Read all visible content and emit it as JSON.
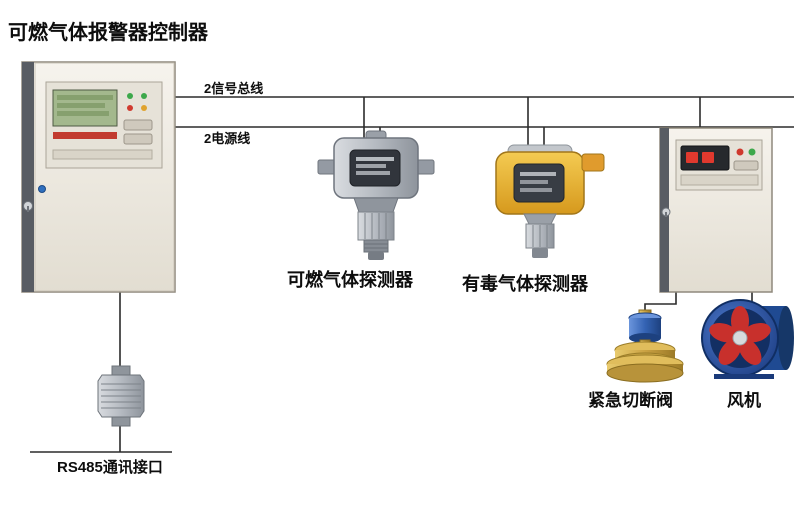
{
  "labels": {
    "title": "可燃气体报警器控制器",
    "signal_bus": "2信号总线",
    "power_line": "2电源线",
    "combustible_detector": "可燃气体探测器",
    "toxic_detector": "有毒气体探测器",
    "shutoff_valve": "紧急切断阀",
    "fan": "风机",
    "rs485_port": "RS485通讯接口"
  },
  "colors": {
    "wire": "#2b2b2b",
    "cabinet_beige": "#efece4",
    "lcd_green": "#a3b88d",
    "led_red": "#e0392e",
    "detector_gray": "#b9bec5",
    "detector_yellow": "#e9b93c",
    "valve_brass": "#c9a544",
    "actuator_blue": "#2f5fae",
    "fan_blue": "#2a55a6",
    "fan_red": "#c8302c"
  }
}
